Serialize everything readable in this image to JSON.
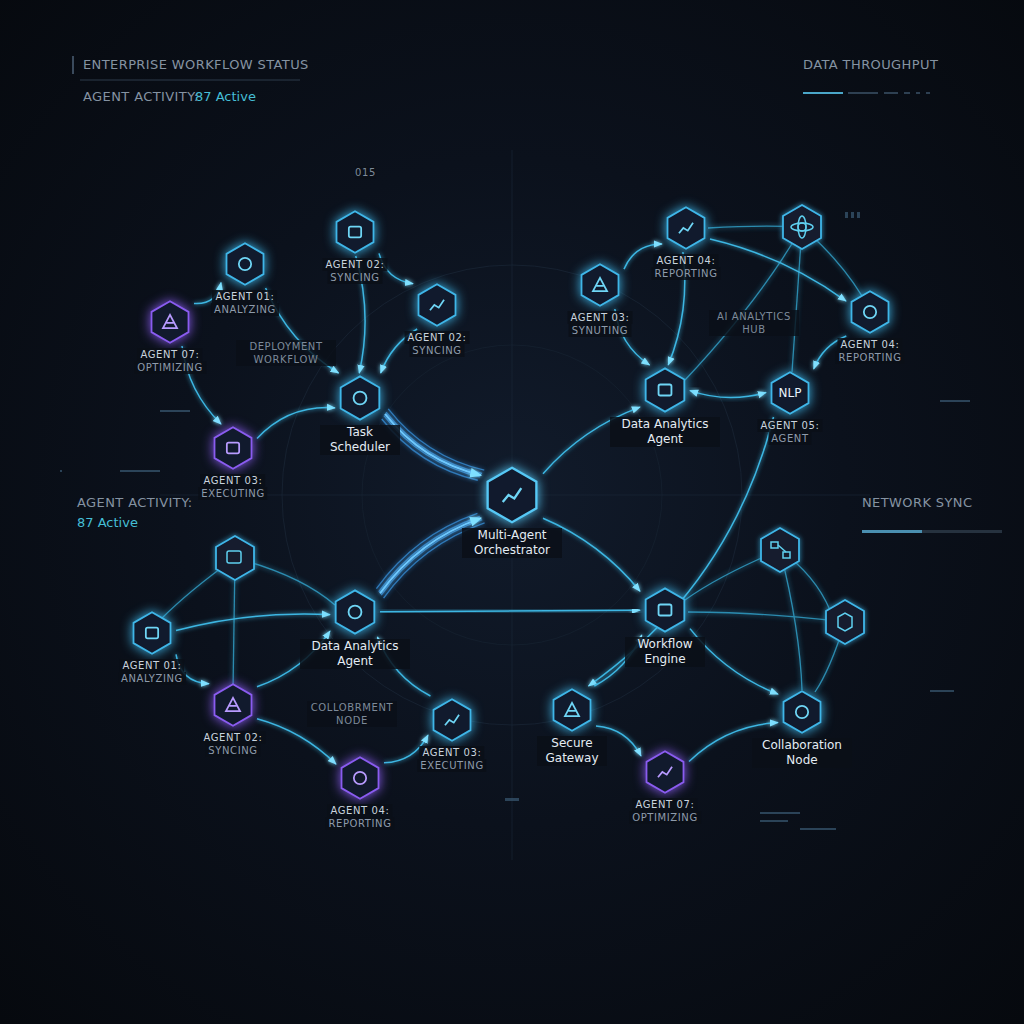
{
  "diagram": {
    "nodes": [
      {
        "text": [
          "AGENT 01:",
          "ANALYZING"
        ]
      },
      {
        "text": [
          "AGENT 02:",
          "SYNCING"
        ]
      },
      {
        "text": [
          "AGENT 07:",
          "OPTIMIZING"
        ]
      },
      {
        "text": [
          "AGENT 02:",
          "SYNCING"
        ]
      },
      {
        "text": [
          "Task Scheduler"
        ]
      },
      {
        "text": [
          "AGENT 03:",
          "EXECUTING"
        ]
      },
      {
        "text": [
          "AGENT 03:",
          "SYNUTING"
        ]
      },
      {
        "text": [
          "AGENT 04:",
          "REPORTING"
        ]
      },
      {
        "text": [
          "AGENT 04:",
          "REPORTING"
        ]
      },
      {
        "text": [
          "Data Analytics Agent"
        ]
      },
      {
        "text": [
          "NLP",
          "AGENT 05:",
          "AGENT"
        ]
      },
      {
        "text": [
          "Multi-Agent Orchestrator"
        ]
      },
      {
        "text": [
          "Data Analytics Agent"
        ]
      },
      {
        "text": [
          "AGENT 01:",
          "ANALYZING"
        ]
      },
      {
        "text": [
          "AGENT 02:",
          "SYNCING"
        ]
      },
      {
        "text": [
          "AGENT 03:",
          "EXECUTING"
        ]
      },
      {
        "text": [
          "AGENT 04:",
          "REPORTING"
        ]
      },
      {
        "text": [
          "Workflow Engine"
        ]
      },
      {
        "text": [
          "Secure Gateway"
        ]
      },
      {
        "text": [
          "AGENT 07:",
          "OPTIMIZING"
        ]
      },
      {
        "text": [
          "Collaboration Node"
        ]
      }
    ],
    "edges": [
      {
        "from": 2,
        "to": 0,
        "arrow": "to"
      },
      {
        "from": 0,
        "to": 4,
        "arrow": "to"
      },
      {
        "from": 1,
        "to": 4,
        "arrow": "to"
      },
      {
        "from": 3,
        "to": 4,
        "arrow": "to"
      },
      {
        "from": 1,
        "to": 3,
        "arrow": "to"
      },
      {
        "from": 2,
        "to": 5,
        "arrow": "to"
      },
      {
        "from": 5,
        "to": 4,
        "arrow": "to"
      },
      {
        "from": 4,
        "to": 11,
        "arrow": "to"
      },
      {
        "from": 12,
        "to": 11,
        "arrow": "to"
      },
      {
        "from": 11,
        "to": 9,
        "arrow": "to"
      },
      {
        "from": 11,
        "to": 17,
        "arrow": "to"
      },
      {
        "from": 6,
        "to": 7,
        "arrow": "to"
      },
      {
        "from": 6,
        "to": 9,
        "arrow": "to"
      },
      {
        "from": 7,
        "to": 9,
        "arrow": "to"
      },
      {
        "from": 7,
        "to": 8,
        "arrow": "to"
      },
      {
        "from": 9,
        "to": 10,
        "arrow": "both"
      },
      {
        "from": 8,
        "to": 10,
        "arrow": "to"
      },
      {
        "from": 10,
        "to": 18,
        "arrow": "to"
      },
      {
        "from": 13,
        "to": 12,
        "arrow": "to"
      },
      {
        "from": 14,
        "to": 12,
        "arrow": "to"
      },
      {
        "from": 13,
        "to": 14,
        "arrow": "to"
      },
      {
        "from": 14,
        "to": 16,
        "arrow": "to"
      },
      {
        "from": 16,
        "to": 15,
        "arrow": "to"
      },
      {
        "from": 15,
        "to": 12,
        "arrow": "to"
      },
      {
        "from": 12,
        "to": 17,
        "arrow": "to"
      },
      {
        "from": 17,
        "to": 20,
        "arrow": "to"
      },
      {
        "from": 18,
        "to": 19,
        "arrow": "to"
      },
      {
        "from": 19,
        "to": 20,
        "arrow": "to"
      },
      {
        "from": 18,
        "to": 17,
        "arrow": "to"
      }
    ],
    "labels": [
      "ENTERPRISE WORKFLOW STATUS",
      "AGENT ACTIVITY:",
      "87 Active",
      "DATA THROUGHPUT",
      "015",
      "DEPLOYMENT WORKFLOW",
      "AI ANALYTICS HUB",
      "AGENT ACTIVITY:",
      "87 Active",
      "NETWORK SYNC",
      "COLLOBRMENT NODE"
    ]
  }
}
